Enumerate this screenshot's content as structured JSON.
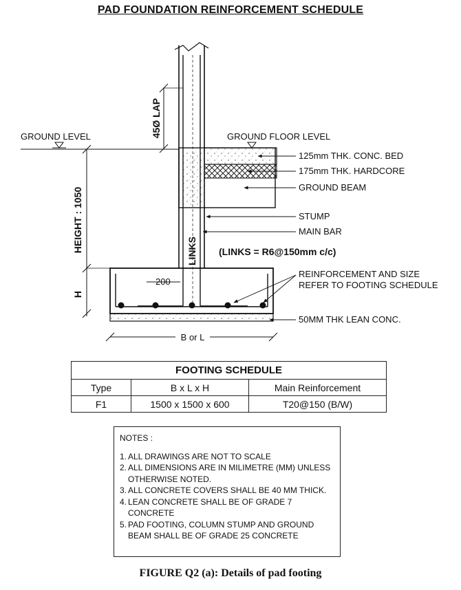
{
  "title": "PAD FOUNDATION REINFORCEMENT SCHEDULE",
  "labels": {
    "ground_level": "GROUND LEVEL",
    "ground_floor_level": "GROUND FLOOR LEVEL",
    "lap": "45Ø LAP",
    "height": "HEIGHT : 1050",
    "links": "LINKS",
    "links_note": "(LINKS = R6@150mm c/c)",
    "h": "H",
    "cover_200": "200",
    "b_or_l": "B or L",
    "conc_bed": "125mm THK. CONC. BED",
    "hardcore": "175mm THK. HARDCORE",
    "ground_beam": "GROUND BEAM",
    "stump": "STUMP",
    "main_bar": "MAIN BAR",
    "reinf_line1": "REINFORCEMENT AND SIZE",
    "reinf_line2": "REFER TO FOOTING SCHEDULE",
    "lean_conc": "50MM THK LEAN CONC."
  },
  "schedule": {
    "caption": "FOOTING SCHEDULE",
    "headers": [
      "Type",
      "B x L x H",
      "Main Reinforcement"
    ],
    "rows": [
      [
        "F1",
        "1500 x 1500 x 600",
        "T20@150 (B/W)"
      ]
    ]
  },
  "notes": {
    "heading": "NOTES :",
    "items": [
      {
        "num": "1.",
        "text": "ALL DRAWINGS ARE NOT TO SCALE"
      },
      {
        "num": "2.",
        "text": "ALL DIMENSIONS ARE IN MILIMETRE (MM) UNLESS OTHERWISE NOTED."
      },
      {
        "num": "3.",
        "text": "ALL CONCRETE COVERS SHALL BE 40 MM THICK."
      },
      {
        "num": "4.",
        "text": "LEAN CONCRETE SHALL BE OF GRADE 7 CONCRETE"
      },
      {
        "num": "5.",
        "text": "PAD FOOTING, COLUMN STUMP AND GROUND BEAM SHALL BE OF GRADE 25 CONCRETE"
      }
    ]
  },
  "caption": "FIGURE Q2 (a): Details of pad footing"
}
